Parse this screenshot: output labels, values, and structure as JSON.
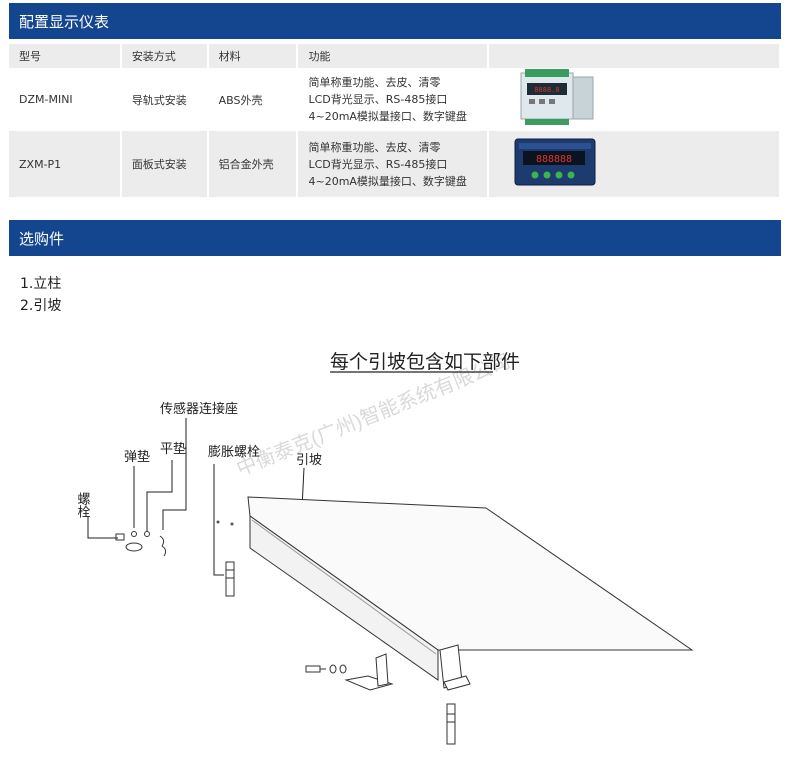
{
  "section1": {
    "title": "配置显示仪表"
  },
  "table": {
    "headers": [
      "型号",
      "安装方式",
      "材料",
      "功能",
      ""
    ],
    "rows": [
      {
        "model": "DZM-MINI",
        "mount": "导轨式安装",
        "material": "ABS外壳",
        "functions": [
          "简单称重功能、去皮、清零",
          "LCD背光显示、RS-485接口",
          "4~20mA模拟量接口、数字键盘"
        ]
      },
      {
        "model": "ZXM-P1",
        "mount": "面板式安装",
        "material": "铝合金外壳",
        "functions": [
          "简单称重功能、去皮、清零",
          "LCD背光显示、RS-485接口",
          "4~20mA模拟量接口、数字键盘"
        ]
      }
    ]
  },
  "section2": {
    "title": "选购件"
  },
  "options": [
    "1.立柱",
    "2.引坡"
  ],
  "diagram": {
    "title": "每个引坡包含如下部件",
    "labels": {
      "sensor_base": "传感器连接座",
      "spring_washer": "弹垫",
      "flat_washer": "平垫",
      "bolt": "螺栓",
      "expansion_bolt": "膨胀螺栓",
      "ramp": "引坡"
    },
    "watermark": "中衡泰克(广州)智能系统有限公司"
  }
}
